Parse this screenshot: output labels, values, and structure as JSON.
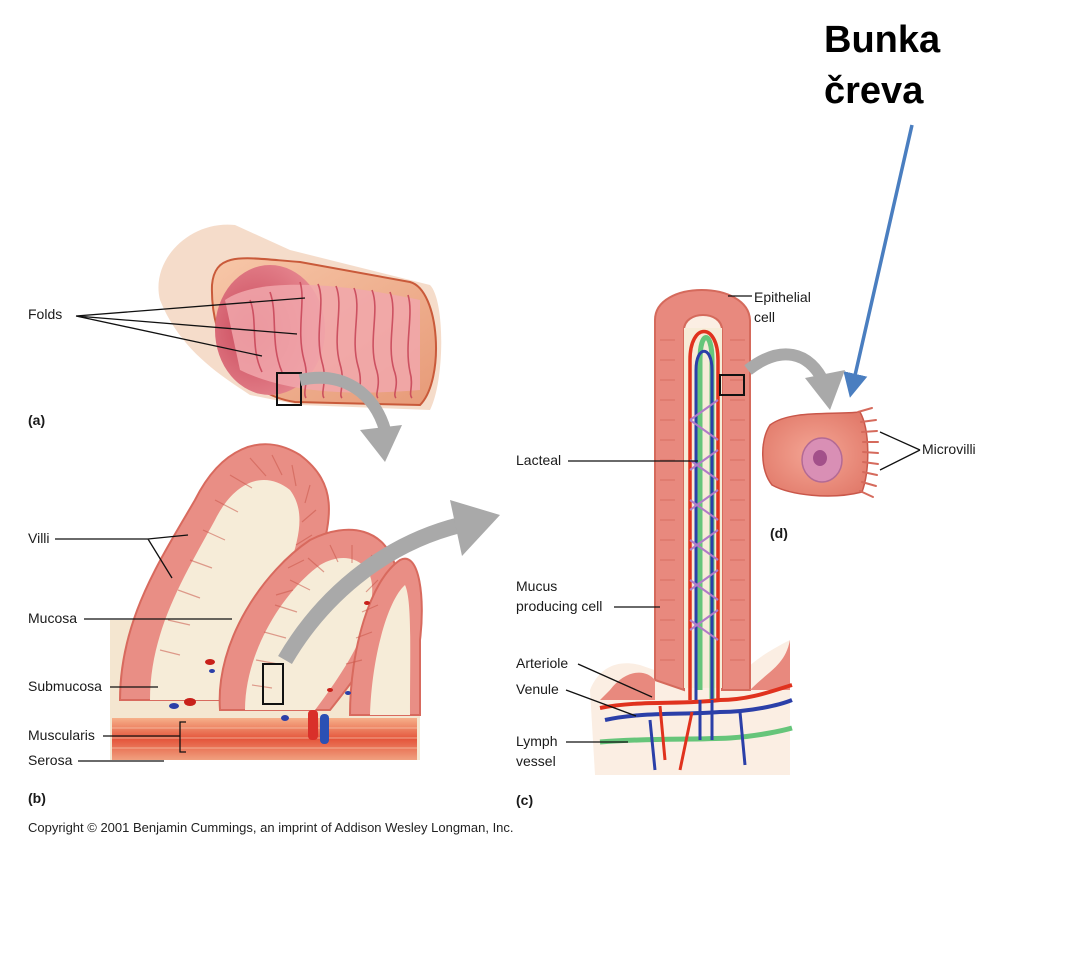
{
  "title_lines": [
    "Bunka",
    "čreva"
  ],
  "panels": {
    "a": "(a)",
    "b": "(b)",
    "c": "(c)",
    "d": "(d)"
  },
  "labels": {
    "folds": "Folds",
    "villi": "Villi",
    "mucosa": "Mucosa",
    "submucosa": "Submucosa",
    "muscularis": "Muscularis",
    "serosa": "Serosa",
    "lacteal": "Lacteal",
    "mucus_line1": "Mucus",
    "mucus_line2": "producing cell",
    "arteriole": "Arteriole",
    "venule": "Venule",
    "lymph_line1": "Lymph",
    "lymph_line2": "vessel",
    "epithelial_line1": "Epithelial",
    "epithelial_line2": "cell",
    "microvilli": "Microvilli"
  },
  "copyright": "Copyright © 2001 Benjamin Cummings, an imprint of Addison Wesley Longman, Inc.",
  "colors": {
    "tissue": "#e58a7f",
    "tissue_dark": "#c9574a",
    "tissue_light": "#f2b8ad",
    "core": "#f6ecd8",
    "artery": "#e0321e",
    "vein": "#2b3fa8",
    "lymph": "#66c57a",
    "pointer_arrow": "#4a7ec0",
    "grey_arrow": "#a9a9a9"
  }
}
